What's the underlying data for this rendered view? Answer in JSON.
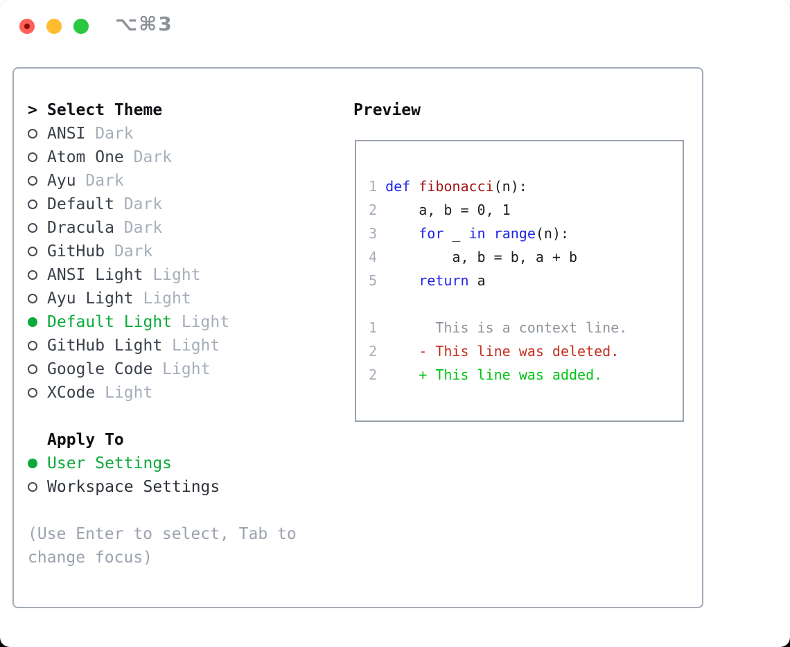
{
  "titlebar": {
    "shortcut_label": "⌥⌘3",
    "buttons": [
      "close",
      "minimize",
      "zoom"
    ]
  },
  "colors": {
    "accent_green": "#0ca93a",
    "keyword_blue": "#1d24e8",
    "function_red": "#a21414",
    "diff_deleted": "#c3301f",
    "diff_added": "#00c214",
    "traffic_red": "#ff5f57",
    "traffic_yellow": "#febc2e",
    "traffic_green": "#28c840",
    "border_gray": "#a4abb6",
    "muted_gray": "#a6aeba"
  },
  "theme_picker": {
    "prompt": ">",
    "title": "Select Theme",
    "items": [
      {
        "name": "ANSI",
        "tag": "Dark",
        "selected": false
      },
      {
        "name": "Atom One",
        "tag": "Dark",
        "selected": false
      },
      {
        "name": "Ayu",
        "tag": "Dark",
        "selected": false
      },
      {
        "name": "Default",
        "tag": "Dark",
        "selected": false
      },
      {
        "name": "Dracula",
        "tag": "Dark",
        "selected": false
      },
      {
        "name": "GitHub",
        "tag": "Dark",
        "selected": false
      },
      {
        "name": "ANSI Light",
        "tag": "Light",
        "selected": false
      },
      {
        "name": "Ayu Light",
        "tag": "Light",
        "selected": false
      },
      {
        "name": "Default Light",
        "tag": "Light",
        "selected": true
      },
      {
        "name": "GitHub Light",
        "tag": "Light",
        "selected": false
      },
      {
        "name": "Google Code",
        "tag": "Light",
        "selected": false
      },
      {
        "name": "XCode",
        "tag": "Light",
        "selected": false
      }
    ]
  },
  "apply_to": {
    "title": "Apply To",
    "options": [
      {
        "name": "User Settings",
        "selected": true
      },
      {
        "name": "Workspace Settings",
        "selected": false
      }
    ]
  },
  "help_lines": [
    "(Use Enter to select, Tab to",
    "change focus)"
  ],
  "preview": {
    "title": "Preview",
    "code_lines": [
      [
        {
          "t": "1 ",
          "c": "num"
        },
        {
          "t": "def ",
          "c": "kw"
        },
        {
          "t": "fibonacci",
          "c": "fn"
        },
        {
          "t": "(n):",
          "c": "pl"
        }
      ],
      [
        {
          "t": "2 ",
          "c": "num"
        },
        {
          "t": "    a, b = 0, 1",
          "c": "pl"
        }
      ],
      [
        {
          "t": "3 ",
          "c": "num"
        },
        {
          "t": "    ",
          "c": "pl"
        },
        {
          "t": "for",
          "c": "kw"
        },
        {
          "t": " _ ",
          "c": "pl"
        },
        {
          "t": "in",
          "c": "kw"
        },
        {
          "t": " ",
          "c": "pl"
        },
        {
          "t": "range",
          "c": "kw"
        },
        {
          "t": "(n):",
          "c": "pl"
        }
      ],
      [
        {
          "t": "4 ",
          "c": "num"
        },
        {
          "t": "        a, b = b, a + b",
          "c": "pl"
        }
      ],
      [
        {
          "t": "5 ",
          "c": "num"
        },
        {
          "t": "    ",
          "c": "pl"
        },
        {
          "t": "return",
          "c": "kw"
        },
        {
          "t": " a",
          "c": "pl"
        }
      ],
      [],
      [
        {
          "t": "1",
          "c": "num"
        },
        {
          "t": "       This is a context line.",
          "c": "ctx"
        }
      ],
      [
        {
          "t": "2",
          "c": "num"
        },
        {
          "t": "     ",
          "c": "pl"
        },
        {
          "t": "- This line was deleted.",
          "c": "del"
        }
      ],
      [
        {
          "t": "2",
          "c": "num"
        },
        {
          "t": "     ",
          "c": "pl"
        },
        {
          "t": "+ This line was added.",
          "c": "add"
        }
      ]
    ]
  }
}
